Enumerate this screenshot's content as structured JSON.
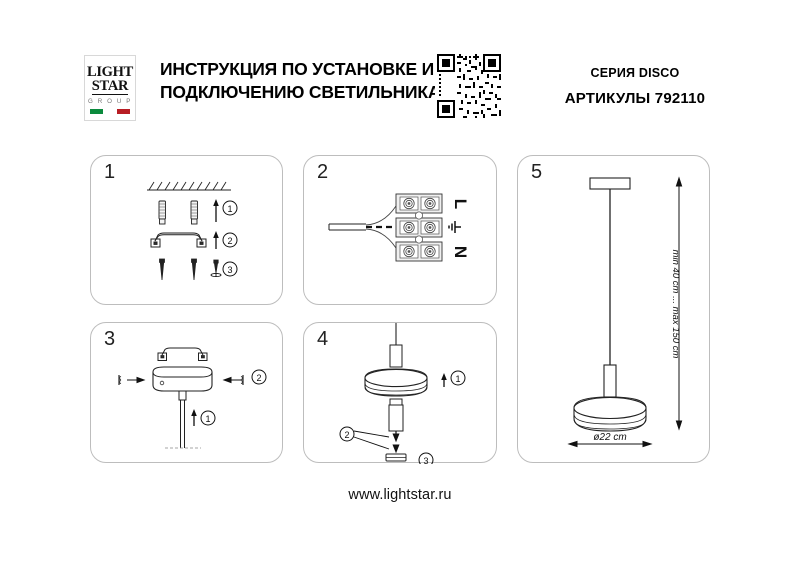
{
  "document": {
    "title_line1": "ИНСТРУКЦИЯ ПО УСТАНОВКЕ И",
    "title_line2": "ПОДКЛЮЧЕНИЮ СВЕТИЛЬНИКА",
    "series_label": "СЕРИЯ DISCO",
    "article_label": "АРТИКУЛЫ 792110",
    "footer_url": "www.lightstar.ru"
  },
  "logo": {
    "line1": "LIGHT",
    "line2": "STAR",
    "line3": "G R O U P",
    "flag_colors": [
      "#0b8a3d",
      "#ffffff",
      "#b81d24"
    ],
    "border_color": "#d8d8d8"
  },
  "colors": {
    "panel_border": "#bdbdbd",
    "line": "#1a1a1a",
    "hatch": "#333333",
    "text": "#000000"
  },
  "panels": [
    {
      "number": "1",
      "name": "hardware-kit",
      "callouts": [
        {
          "id": "1",
          "label": "①"
        },
        {
          "id": "2",
          "label": "②"
        },
        {
          "id": "3",
          "label": "③"
        }
      ]
    },
    {
      "number": "2",
      "name": "terminal-wiring",
      "terminals": [
        {
          "label": "L",
          "name": "live"
        },
        {
          "label": "⏚",
          "name": "earth"
        },
        {
          "label": "N",
          "name": "neutral"
        }
      ]
    },
    {
      "number": "3",
      "name": "canopy-mounting",
      "callouts": [
        {
          "id": "1",
          "label": "①"
        },
        {
          "id": "2",
          "label": "②"
        }
      ]
    },
    {
      "number": "4",
      "name": "shade-assembly",
      "callouts": [
        {
          "id": "1",
          "label": "①"
        },
        {
          "id": "2",
          "label": "②"
        },
        {
          "id": "3",
          "label": "③"
        }
      ]
    },
    {
      "number": "5",
      "name": "finished-dimensions",
      "dimensions": {
        "height_label": "min 40 cm ... max 150 cm",
        "diameter_label": "ø22 cm"
      }
    }
  ]
}
